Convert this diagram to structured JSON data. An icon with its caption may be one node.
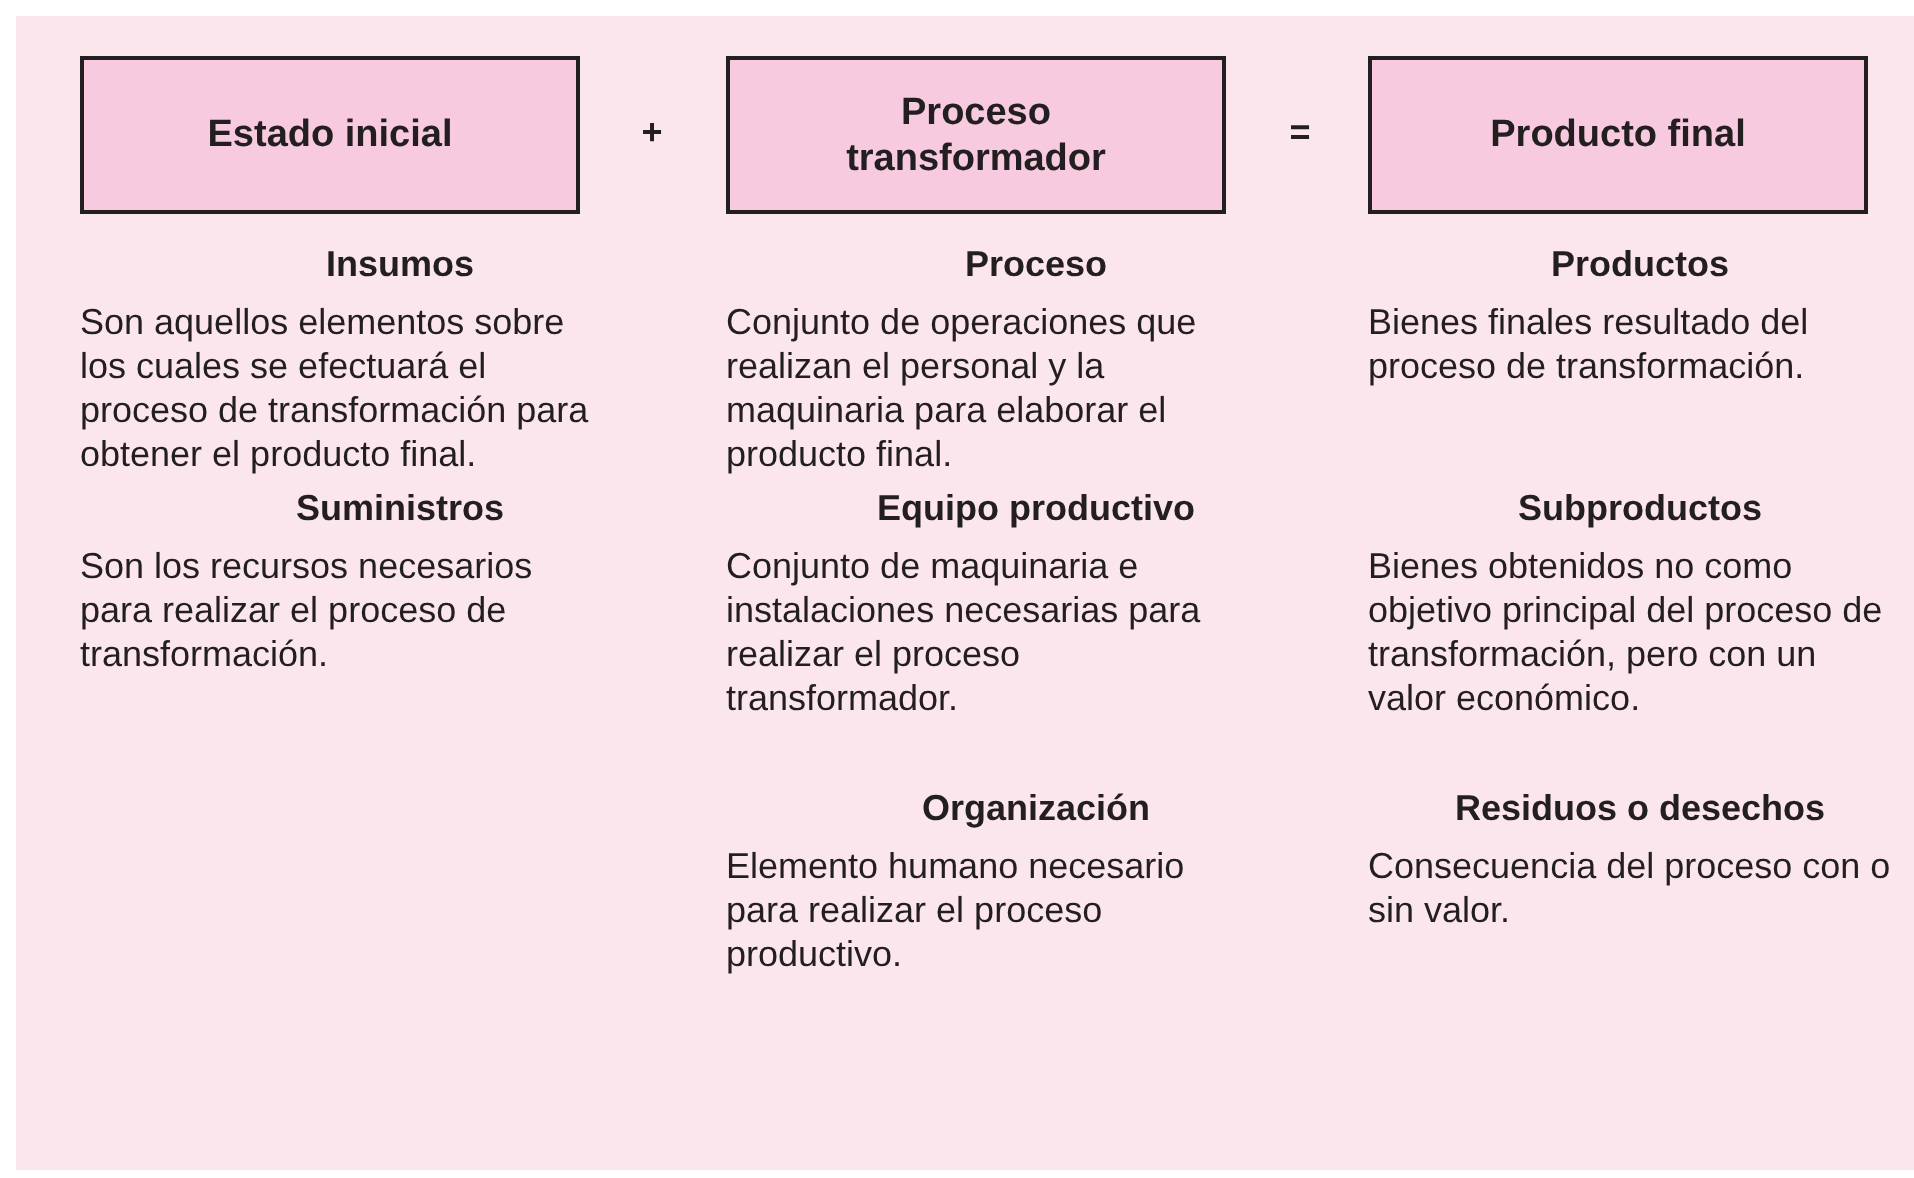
{
  "diagram": {
    "nodes": [
      {
        "text": [
          "Estado inicial"
        ]
      },
      {
        "text": [
          "Proceso transformador"
        ]
      },
      {
        "text": [
          "Producto final"
        ]
      }
    ],
    "labels": [
      "+",
      "=",
      "Insumos",
      "Proceso",
      "Productos",
      "Son aquellos elementos sobre los cuales se efectuará el proceso de transformación para obtener el producto final.",
      "Conjunto de operaciones que realizan el personal y la maquinaria para elaborar el producto final.",
      "Bienes finales resultado del proceso de transformación.",
      "Suministros",
      "Equipo productivo",
      "Subproductos",
      "Son los recursos necesarios para realizar el proceso de transformación.",
      "Conjunto de maquinaria e instalaciones necesarias para realizar el proceso transformador.",
      "Bienes obtenidos no como objetivo principal del proceso de transformación, pero con un valor económico.",
      "Organización",
      "Residuos o desechos",
      "Elemento humano necesario para realizar el proceso productivo.",
      "Consecuencia del proceso con o sin valor."
    ]
  }
}
